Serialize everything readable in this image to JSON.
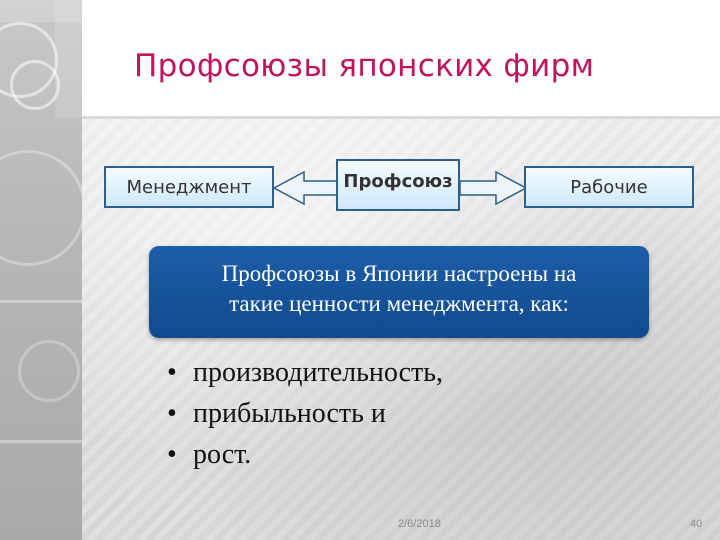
{
  "slide": {
    "title": "Профсоюзы японских фирм",
    "diagram": {
      "left_box": "Менеджмент",
      "center_box": "Профсоюз",
      "right_box": "Рабочие"
    },
    "callout_lines": [
      "Профсоюзы в Японии настроены на",
      "такие ценности менеджмента, как:"
    ],
    "bullets": [
      "производительность,",
      "прибыльность и",
      "рост."
    ],
    "bullet_glyph": "•",
    "footer": {
      "date": "2/6/2018",
      "page_number": "40"
    }
  },
  "colors": {
    "title": "#c0155e",
    "box_border": "#2d5f8a",
    "callout_bg": "#1c5ea8",
    "callout_text": "#ffffff"
  }
}
